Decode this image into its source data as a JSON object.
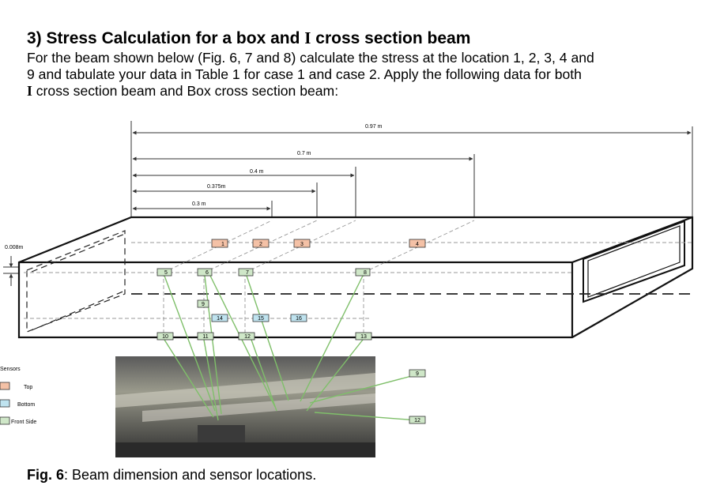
{
  "heading": {
    "number": "3)",
    "part1": "Stress Calculation for a box and ",
    "I": "I",
    "part2": " cross section beam"
  },
  "paragraph": {
    "line1": "For the beam shown below (Fig. 6, 7 and 8) calculate the stress at the location 1, 2, 3, 4 and",
    "line2": "9 and tabulate your data in Table 1 for case 1 and case 2. Apply the following data for both",
    "line3_I": "I",
    "line3_rest": " cross section beam and Box cross section beam:"
  },
  "dimensions": {
    "overall": "0.97 m",
    "d07": "0.7 m",
    "d04": "0.4 m",
    "d0375": "0.375m",
    "d03": "0.3 m",
    "wall": "0.008m"
  },
  "sensors": {
    "top": [
      "1",
      "2",
      "3",
      "4"
    ],
    "front": [
      "5",
      "6",
      "7",
      "8"
    ],
    "bottom_row1": [
      "9"
    ],
    "bottom_row2": [
      "14",
      "15",
      "16"
    ],
    "front_lower": [
      "10",
      "11",
      "12",
      "13"
    ],
    "right_side": [
      "9",
      "12"
    ]
  },
  "legend": {
    "title": "Sensors",
    "top": "Top",
    "bottom": "Bottom",
    "front": "Front Side"
  },
  "colors": {
    "top": "#f4c1a6",
    "bottom": "#bfe3ef",
    "front": "#cfe7c8"
  },
  "caption": {
    "label": "Fig. 6",
    "text": ": Beam dimension and sensor locations."
  }
}
